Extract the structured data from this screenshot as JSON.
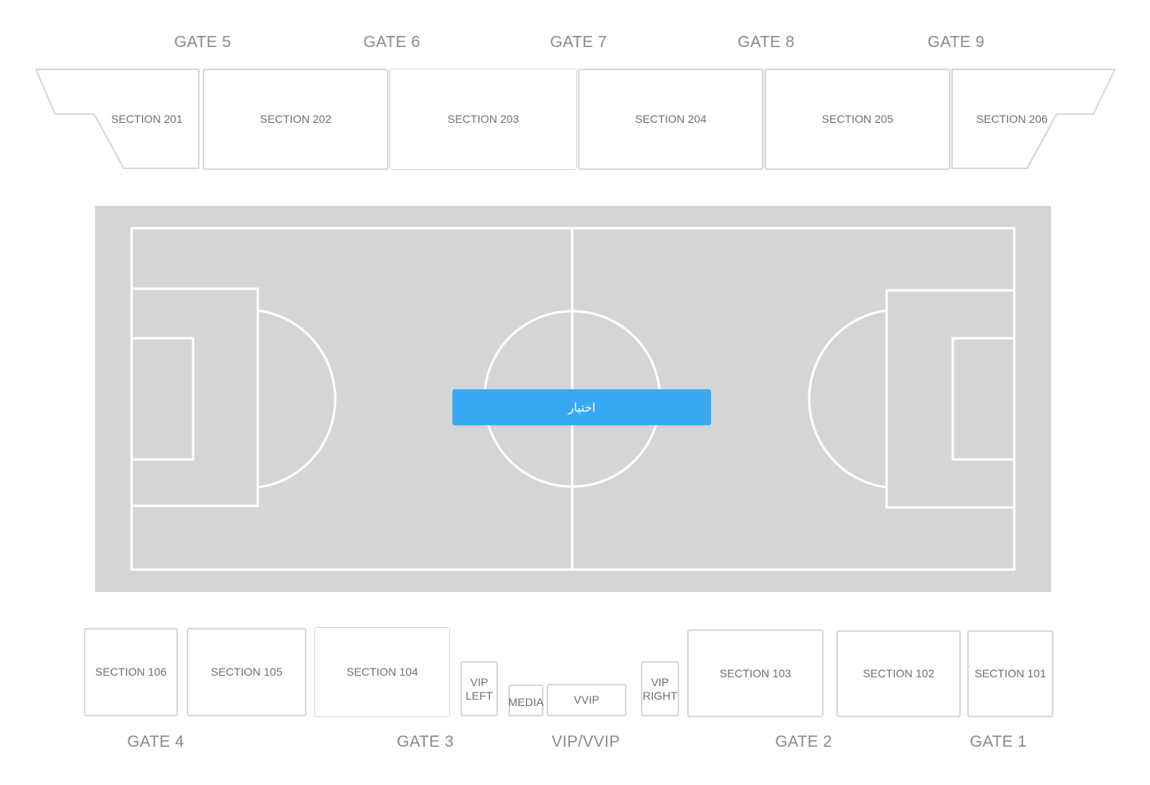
{
  "top_gates": [
    "GATE 5",
    "GATE 6",
    "GATE 7",
    "GATE 8",
    "GATE 9"
  ],
  "top_sections": [
    "SECTION 201",
    "SECTION 202",
    "SECTION 203",
    "SECTION 204",
    "SECTION 205",
    "SECTION 206"
  ],
  "bottom_sections": {
    "s106": "SECTION 106",
    "s105": "SECTION 105",
    "s104": "SECTION 104",
    "vip_left_1": "VIP",
    "vip_left_2": "LEFT",
    "media": "MEDIA",
    "vvip": "VVIP",
    "vip_right_1": "VIP",
    "vip_right_2": "RIGHT",
    "s103": "SECTION 103",
    "s102": "SECTION 102",
    "s101": "SECTION 101"
  },
  "bottom_gates": {
    "g4": "GATE 4",
    "g3": "GATE 3",
    "vip": "VIP/VVIP",
    "g2": "GATE 2",
    "g1": "GATE 1"
  },
  "select_button": "اختيار",
  "colors": {
    "pitch": "#d4d5d7",
    "pitch_lines": "#ffffff",
    "section_border": "#d7d7d7",
    "text": "#8a8a8a",
    "button": "#38a8f5"
  }
}
